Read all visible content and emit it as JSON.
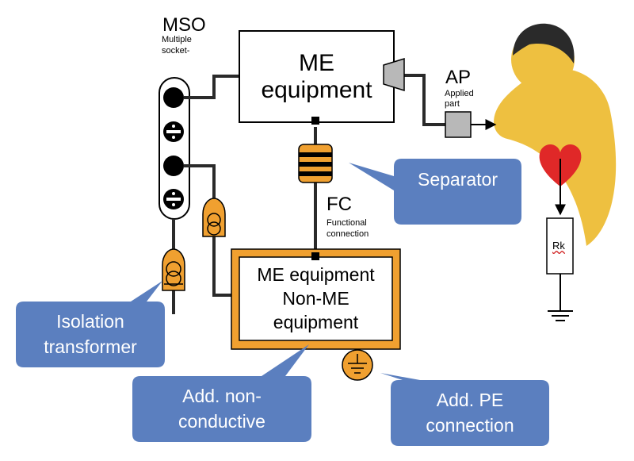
{
  "mso": {
    "title": "MSO",
    "subtitle_line1": "Multiple",
    "subtitle_line2": "socket-"
  },
  "me_equipment_top": {
    "line1": "ME",
    "line2": "equipment"
  },
  "applied_part": {
    "title": "AP",
    "subtitle_line1": "Applied",
    "subtitle_line2": "part"
  },
  "functional_connection": {
    "title": "FC",
    "subtitle_line1": "Functional",
    "subtitle_line2": "connection"
  },
  "lower_equipment": {
    "line1": "ME equipment",
    "line2": "Non-ME",
    "line3": "equipment"
  },
  "resistor": {
    "label": "Rk"
  },
  "callouts": {
    "separator": "Separator",
    "isolation_line1": "Isolation",
    "isolation_line2": "transformer",
    "non_conductive_line1": "Add. non-",
    "non_conductive_line2": "conductive",
    "pe_line1": "Add. PE",
    "pe_line2": "connection"
  },
  "colors": {
    "callout_fill": "#5b7fbf",
    "transformer_orange": "#f0a030",
    "person_yellow": "#eec040",
    "hair_dark": "#2a2a2a",
    "heart_red": "#e02828",
    "gray_part": "#b8b8b8"
  }
}
